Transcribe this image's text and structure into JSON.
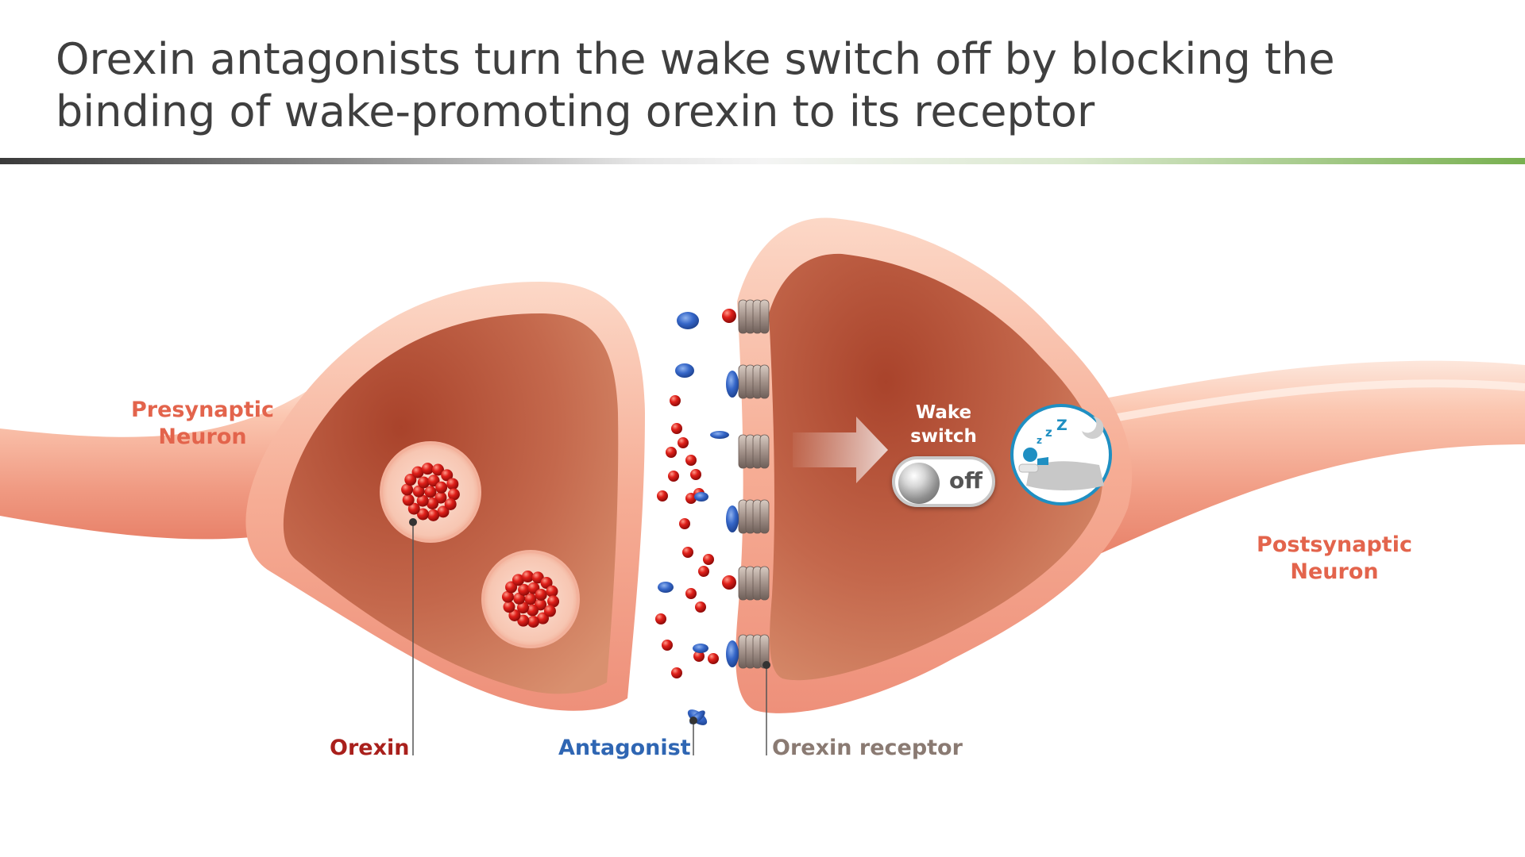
{
  "title": {
    "line1": "Orexin antagonists turn the wake switch off by blocking the",
    "line2": "binding of wake-promoting orexin to its receptor"
  },
  "labels": {
    "presynaptic": {
      "line1": "Presynaptic",
      "line2": "Neuron"
    },
    "postsynaptic": {
      "line1": "Postsynaptic",
      "line2": "Neuron"
    },
    "orexin": "Orexin",
    "antagonist": "Antagonist",
    "orexin_receptor": "Orexin receptor"
  },
  "wake_switch": {
    "label_line1": "Wake",
    "label_line2": "switch",
    "state": "off"
  },
  "sleep_icon": {
    "icon": "sleeping-person-icon",
    "z_letters": [
      "z",
      "z",
      "Z"
    ]
  },
  "colors": {
    "title_text": "#3f3f3f",
    "neuron_label": "#e3644c",
    "orexin": "#a9201c",
    "antagonist": "#2f66b3",
    "receptor": "#8a7a72",
    "accent_green": "#78b050",
    "icon_blue": "#1f8fc2"
  }
}
